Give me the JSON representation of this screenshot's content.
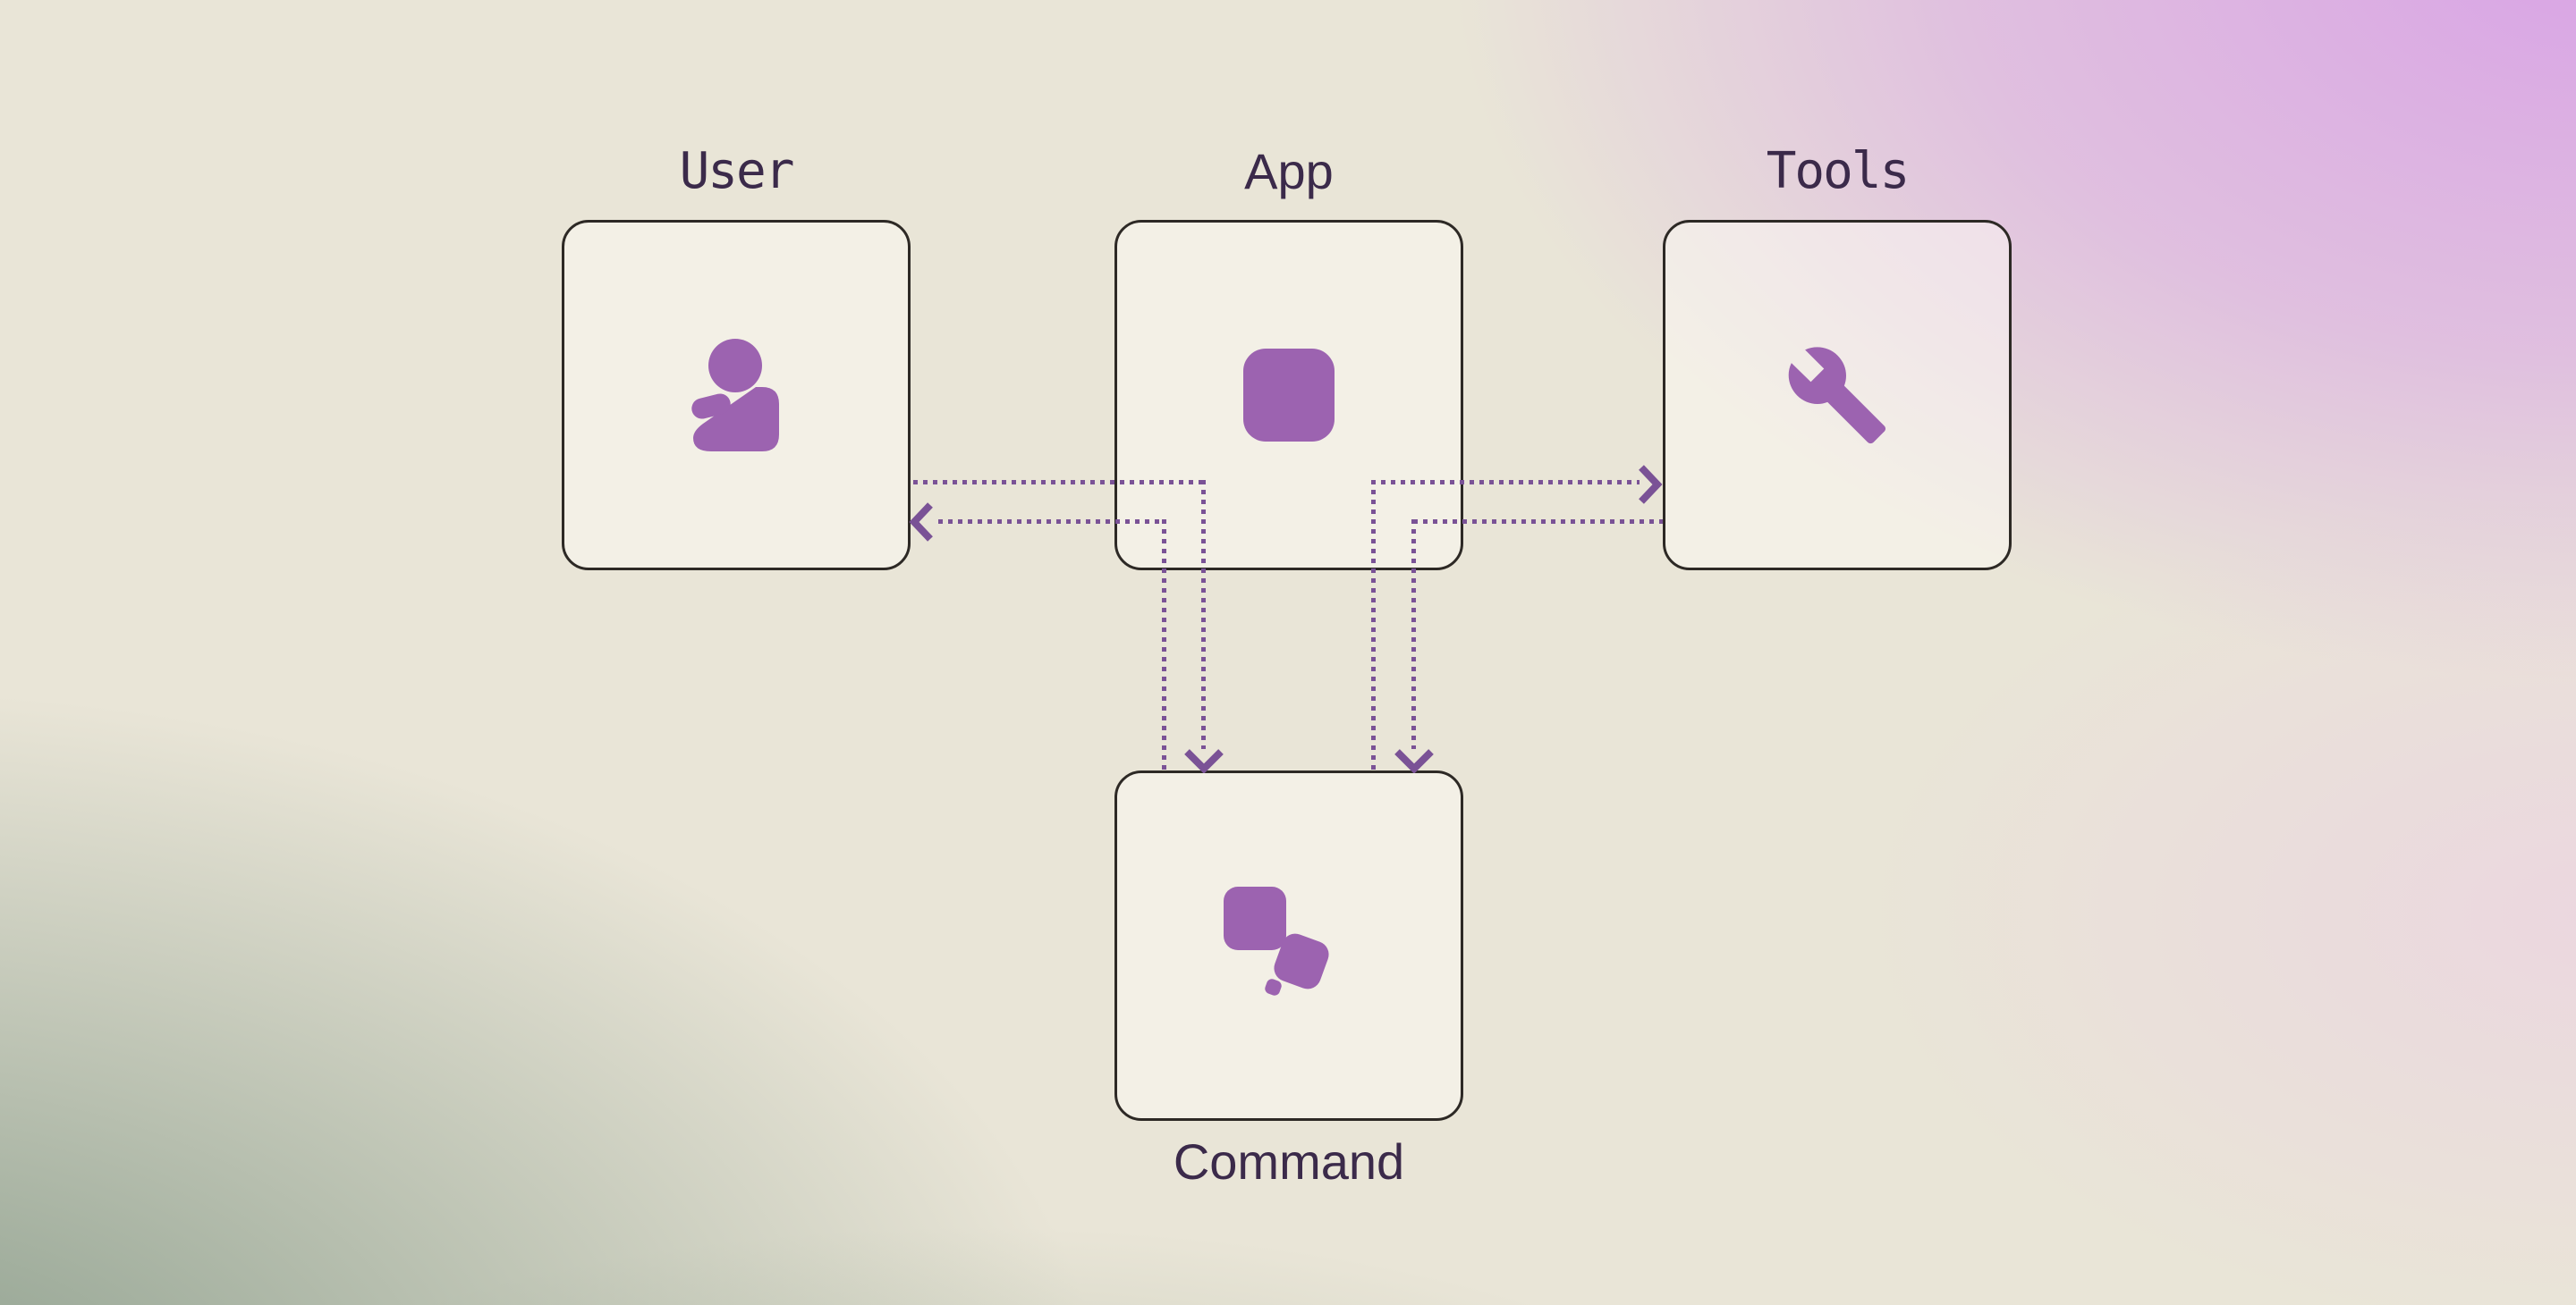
{
  "nodes": {
    "user": {
      "label": "User",
      "icon": "person-icon",
      "label_style": "typewriter"
    },
    "app": {
      "label": "App",
      "icon": "app-square-icon",
      "label_style": "sans"
    },
    "tools": {
      "label": "Tools",
      "icon": "wrench-icon",
      "label_style": "typewriter"
    },
    "command": {
      "label": "Command",
      "icon": "command-shapes-icon",
      "label_style": "sans"
    }
  },
  "edges": [
    {
      "from": "user",
      "to": "command",
      "style": "dotted-arrow"
    },
    {
      "from": "command",
      "to": "user",
      "style": "dotted-arrow"
    },
    {
      "from": "command",
      "to": "tools",
      "style": "dotted-arrow"
    },
    {
      "from": "tools",
      "to": "command",
      "style": "dotted-arrow"
    }
  ],
  "colors": {
    "icon_accent": "#9c63b0",
    "line": "#7a5296",
    "label": "#3b2a4a",
    "box_border": "#2d2925",
    "box_fill": "rgba(255,252,246,0.48)",
    "bg_top_left": "#eae6d8",
    "bg_top_right": "#d9a8e4",
    "bg_bottom_left": "#9aa89c",
    "bg_bottom_right": "#e9e0e1"
  }
}
